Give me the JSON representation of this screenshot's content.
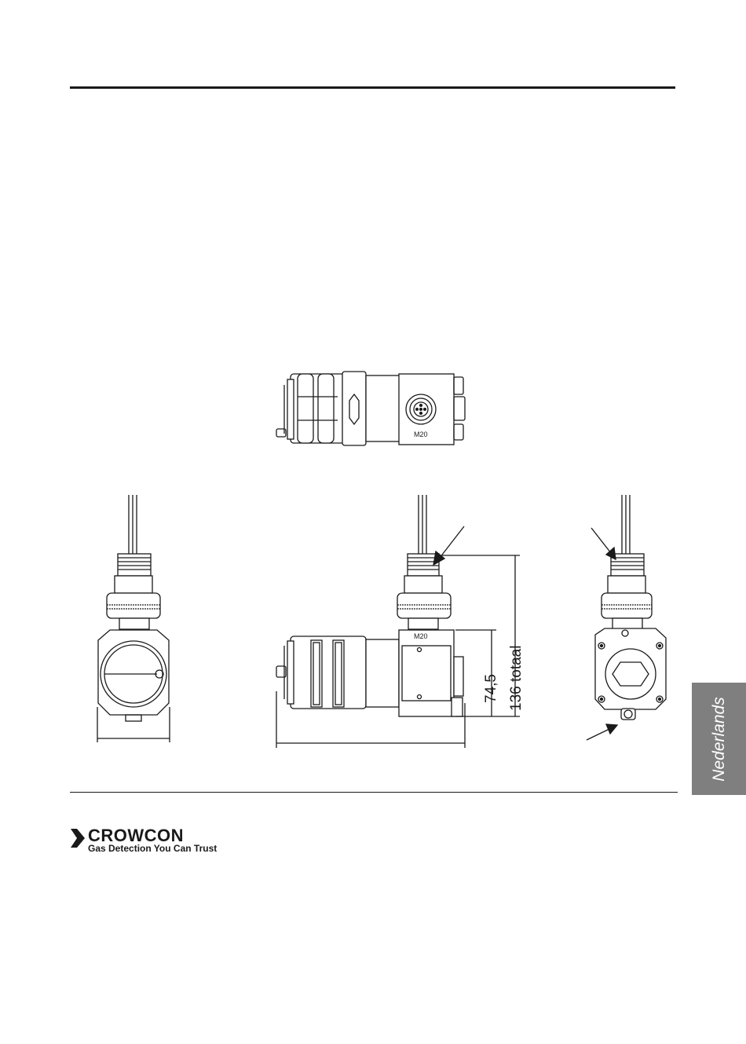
{
  "drawing": {
    "top_view": {
      "port_label": "M20"
    },
    "front_view": {
      "port_label": "M20"
    },
    "dimensions": {
      "height_upper": "74,5",
      "height_total": "136 totaal"
    }
  },
  "side_tab": {
    "language": "Nederlands"
  },
  "footer": {
    "brand": "CROWCON",
    "tagline": "Gas Detection You Can Trust"
  },
  "colors": {
    "ink": "#1a1a1a",
    "tab": "#7f7f7f",
    "paper": "#ffffff"
  }
}
